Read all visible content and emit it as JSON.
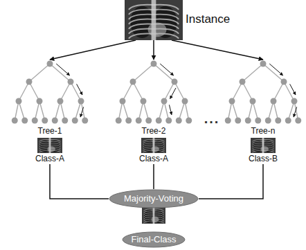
{
  "diagram": {
    "nodes": [
      {
        "text": [
          "Instance"
        ]
      },
      {
        "text": [
          "Tree-1",
          "Class-A"
        ]
      },
      {
        "text": [
          "Tree-2",
          "Class-A"
        ]
      },
      {
        "text": [
          "Tree-n",
          "Class-B"
        ]
      },
      {
        "text": [
          "Majority-Voting"
        ]
      },
      {
        "text": [
          "Final-Class"
        ]
      }
    ],
    "edges": [
      {
        "from": 0,
        "to": 1,
        "arrow": "to"
      },
      {
        "from": 0,
        "to": 2,
        "arrow": "to"
      },
      {
        "from": 0,
        "to": 3,
        "arrow": "to"
      },
      {
        "from": 1,
        "to": 4,
        "arrow": "none"
      },
      {
        "from": 2,
        "to": 4,
        "arrow": "none"
      },
      {
        "from": 3,
        "to": 4,
        "arrow": "none"
      }
    ],
    "labels": [
      "..."
    ]
  }
}
